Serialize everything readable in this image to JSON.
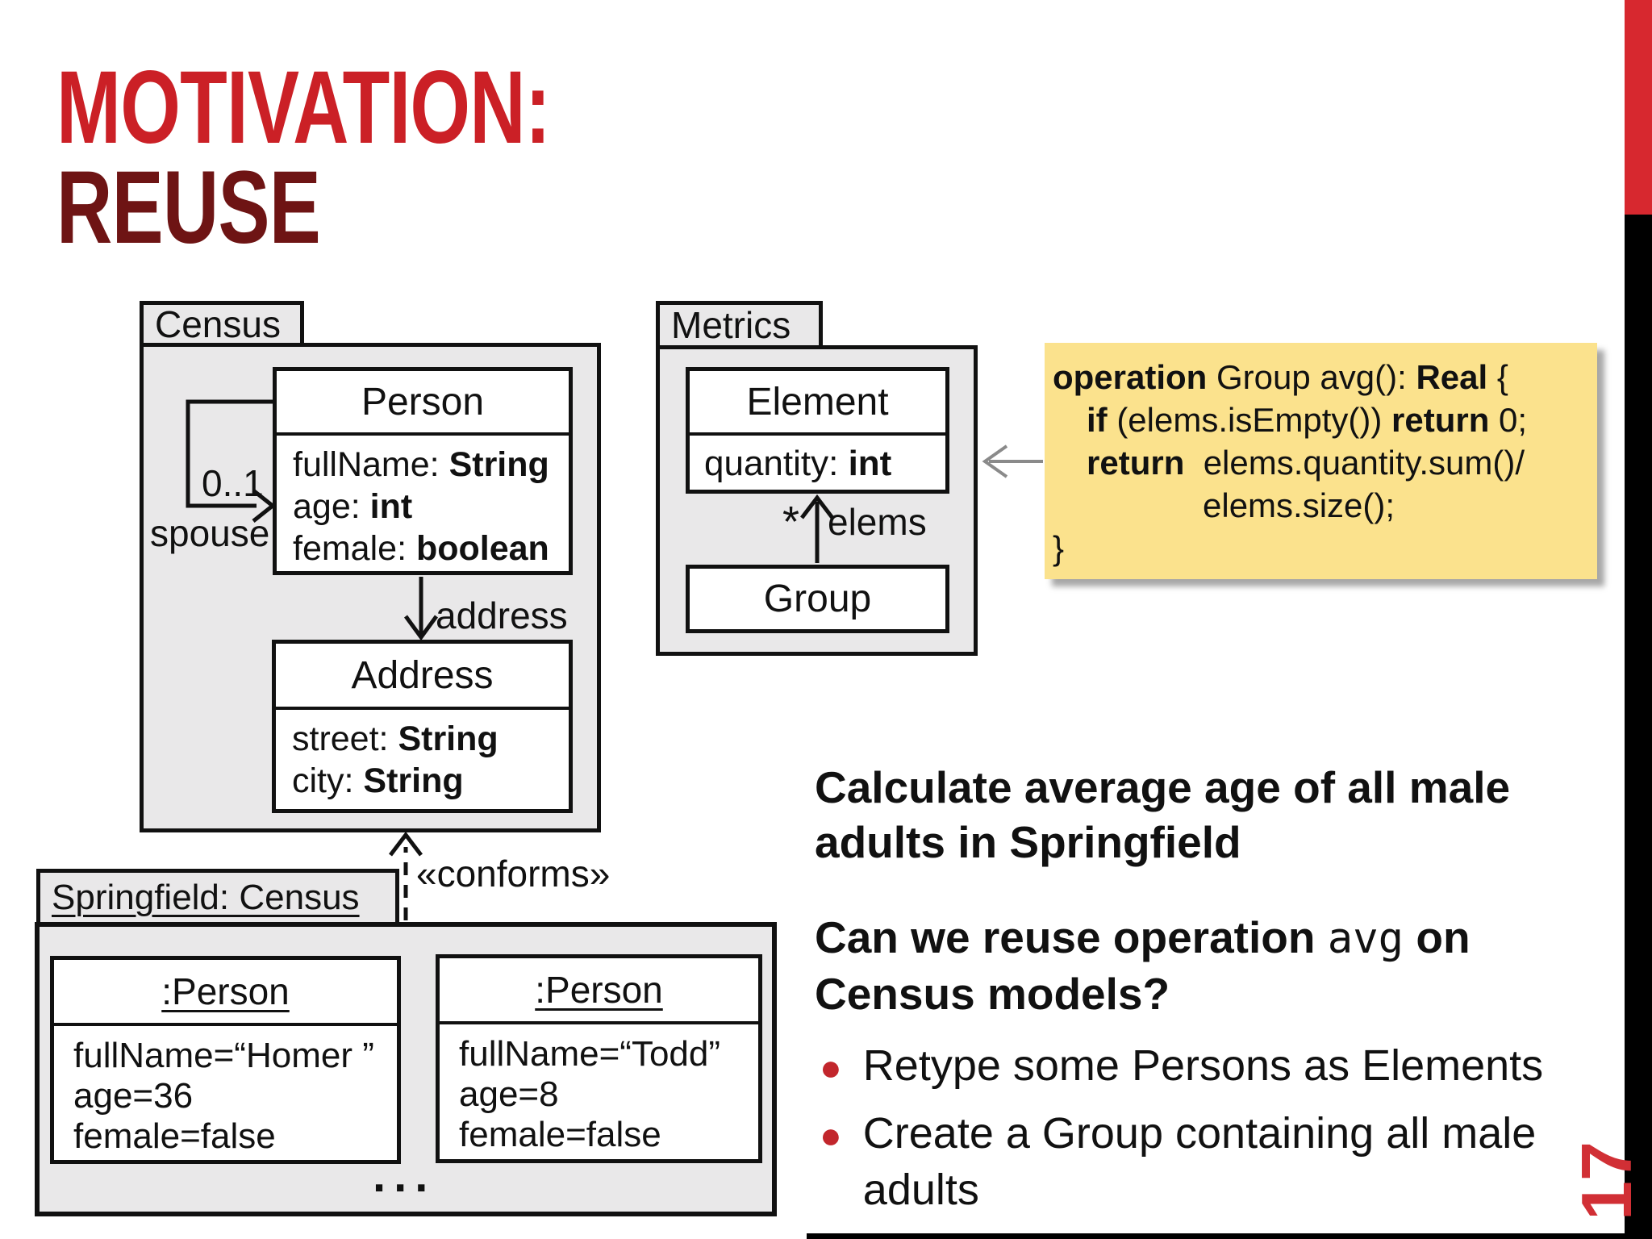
{
  "colors": {
    "title_red": "#cb2026",
    "title_maroon": "#6e1414",
    "side_bar_red": "#d7282f",
    "package_fill": "#e9e8e9",
    "yellow_note": "#fbe28d",
    "bullet_red": "#c2262c",
    "page_number_red": "#d12f35",
    "arrow_gray": "#8a8a8a"
  },
  "slide": {
    "title_line1": "MOTIVATION:",
    "title_line2": "REUSE",
    "page_number": "17"
  },
  "census": {
    "tab_label": "Census",
    "person": {
      "title": "Person",
      "attributes": [
        {
          "name": "fullName: ",
          "type": "String"
        },
        {
          "name": "age: ",
          "type": "int"
        },
        {
          "name": "female: ",
          "type": "boolean"
        }
      ]
    },
    "spouse_multiplicity": "0..1",
    "spouse_role": "spouse",
    "address_role": "address",
    "address": {
      "title": "Address",
      "attributes": [
        {
          "name": "street: ",
          "type": "String"
        },
        {
          "name": "city: ",
          "type": "String"
        }
      ]
    }
  },
  "metrics": {
    "tab_label": "Metrics",
    "element": {
      "title": "Element",
      "attribute": {
        "name": "quantity: ",
        "type": "int"
      }
    },
    "group": {
      "title": "Group"
    },
    "elems_multiplicity": "*",
    "elems_role": "elems"
  },
  "code_note": {
    "l1_kw": "operation",
    "l1_mid": " Group avg(): ",
    "l1_kw2": "Real",
    "l1_end": " {",
    "l2_kw": "if",
    "l2_mid": " (elems.isEmpty()) ",
    "l2_kw2": "return",
    "l2_end": " 0;",
    "l3_kw": "return",
    "l3_rest": "  elems.quantity.sum()/",
    "l4": "elems.size();",
    "l5": "}"
  },
  "conforms_label": "«conforms»",
  "springfield": {
    "tab_label": "Springfield: Census",
    "instances": [
      {
        "title": ":Person",
        "attributes": [
          "fullName=“Homer ”",
          "age=36",
          "female=false"
        ]
      },
      {
        "title": ":Person",
        "attributes": [
          "fullName=“Todd”",
          "age=8",
          "female=false"
        ]
      }
    ],
    "ellipsis": "..."
  },
  "right_panel": {
    "para1_line1": "Calculate average age of all male",
    "para1_line2": "adults in Springfield",
    "para2_prefix": "Can we reuse operation ",
    "para2_code": "avg",
    "para2_suffix": " on",
    "para2_line2": "Census models?",
    "bullets": [
      "Retype some Persons as Elements",
      "Create a Group containing all male adults"
    ]
  }
}
